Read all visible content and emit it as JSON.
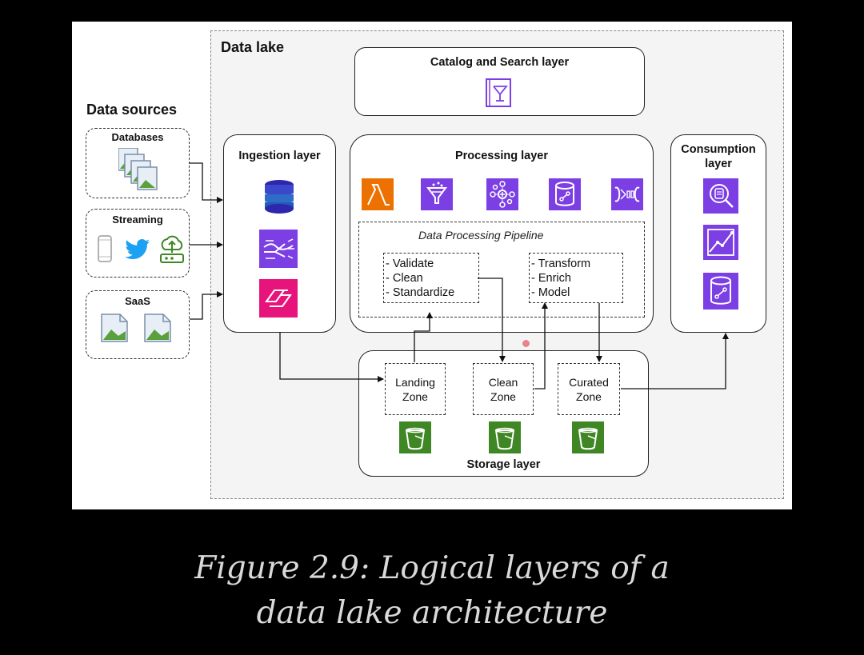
{
  "data_sources": {
    "title": "Data sources",
    "databases": "Databases",
    "streaming": "Streaming",
    "saas": "SaaS"
  },
  "data_lake": {
    "title": "Data lake"
  },
  "catalog": {
    "title": "Catalog and Search layer"
  },
  "ingestion": {
    "title": "Ingestion layer"
  },
  "processing": {
    "title": "Processing layer",
    "pipeline_title": "Data Processing Pipeline",
    "group1": [
      "- Validate",
      "- Clean",
      "- Standardize"
    ],
    "group2": [
      "- Transform",
      "- Enrich",
      "- Model"
    ]
  },
  "consumption": {
    "title_line1": "Consumption",
    "title_line2": "layer"
  },
  "storage": {
    "title": "Storage layer",
    "zones": [
      {
        "line1": "Landing",
        "line2": "Zone"
      },
      {
        "line1": "Clean",
        "line2": "Zone"
      },
      {
        "line1": "Curated",
        "line2": "Zone"
      }
    ]
  },
  "caption": {
    "line1": "Figure 2.9: Logical layers of a",
    "line2": "data lake architecture"
  },
  "colors": {
    "purple": "#7b3fe4",
    "orange": "#ed7100",
    "pink": "#e7157b",
    "green": "#3f8624",
    "twitter_blue": "#1da1f2",
    "dot": "#e8848a"
  },
  "icons": {
    "catalog": "catalog-icon",
    "ingestion": [
      "dms-icon",
      "kinesis-firehose-icon",
      "appflow-icon"
    ],
    "processing": [
      "lambda-icon",
      "glue-databrew-icon",
      "glue-icon",
      "redshift-icon",
      "emr-icon"
    ],
    "consumption": [
      "athena-icon",
      "quicksight-icon",
      "redshift-consumption-icon"
    ],
    "storage": [
      "s3-bucket-icon",
      "s3-bucket-icon",
      "s3-bucket-icon"
    ],
    "sources": [
      "image-placeholder-icon",
      "mobile-phone-icon",
      "twitter-icon",
      "iot-cloud-icon"
    ]
  }
}
